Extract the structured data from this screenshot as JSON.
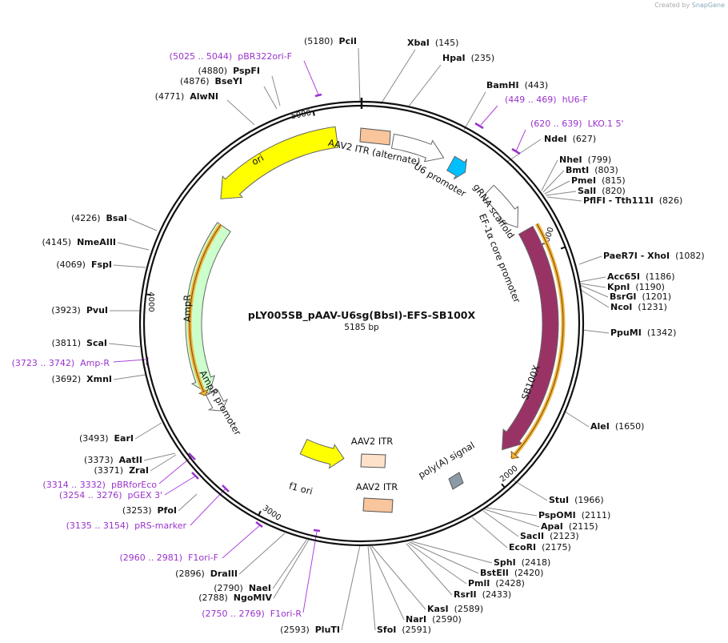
{
  "credit": {
    "prefix": "Created by",
    "brand": "SnapGene"
  },
  "plasmid": {
    "name": "pLY005SB_pAAV-U6sg(BbsI)-EFS-SB100X",
    "length_label": "5185 bp",
    "total_bp": 5185
  },
  "ticks": [
    1000,
    2000,
    3000,
    4000,
    5000
  ],
  "colors": {
    "ori": "#ffff00",
    "itr": "#f9c59c",
    "ampr": "#ccffcc",
    "sb100x": "#993366",
    "gRNA": "#00bfff",
    "polyA": "#8c9aa6",
    "f1ori": "#ffff00",
    "primer": "#9933cc",
    "orf": "#f4b43c"
  },
  "features": [
    {
      "name": "ori",
      "start": 4486,
      "end": 5075,
      "dir": -1,
      "color": "#ffff00",
      "kind": "arrow"
    },
    {
      "name": "AAV2 ITR (alternate)",
      "start": 1,
      "end": 130,
      "dir": 0,
      "color": "#f9c59c",
      "kind": "box"
    },
    {
      "name": "U6 promoter",
      "start": 140,
      "end": 380,
      "dir": 1,
      "color": "#ffffff",
      "kind": "arrow"
    },
    {
      "name": "gRNA scaffold",
      "start": 420,
      "end": 496,
      "dir": 1,
      "color": "#00bfff",
      "kind": "arrow"
    },
    {
      "name": "EF-1α core promoter",
      "start": 630,
      "end": 841,
      "dir": 1,
      "color": "#ffffff",
      "kind": "arrow"
    },
    {
      "name": "SB100X",
      "start": 870,
      "end": 1900,
      "dir": 1,
      "color": "#993366",
      "kind": "arrow"
    },
    {
      "name": "poly(A) signal",
      "start": 1950,
      "end": 2000,
      "dir": 0,
      "color": "#8c9aa6",
      "kind": "box"
    },
    {
      "name": "AAV2 ITR",
      "start": 2300,
      "end": 2441,
      "dir": 0,
      "color": "#f9c59c",
      "kind": "box"
    },
    {
      "name": "AAV2 ITR",
      "start": 2300,
      "end": 2441,
      "dir": 0,
      "color": "#fde2c9",
      "kind": "box"
    },
    {
      "name": "f1 ori",
      "start": 2700,
      "end": 2956,
      "dir": -1,
      "color": "#ffff00",
      "kind": "arrow"
    },
    {
      "name": "AmpR promoter",
      "start": 3428,
      "end": 3532,
      "dir": -1,
      "color": "#ffffff",
      "kind": "arrow"
    },
    {
      "name": "AmpR",
      "start": 3533,
      "end": 4393,
      "dir": -1,
      "color": "#ccffcc",
      "kind": "arrow"
    }
  ],
  "orf_bars": [
    {
      "start": 870,
      "end": 1900,
      "dir": 1
    },
    {
      "start": 3533,
      "end": 4393,
      "dir": -1
    }
  ],
  "sites": [
    {
      "name": "PciI",
      "pos": "(5180)"
    },
    {
      "name": "XbaI",
      "pos": "(145)"
    },
    {
      "name": "HpaI",
      "pos": "(235)"
    },
    {
      "name": "BamHI",
      "pos": "(443)"
    },
    {
      "name": "NdeI",
      "pos": "(627)"
    },
    {
      "name": "NheI",
      "pos": "(799)"
    },
    {
      "name": "BmtI",
      "pos": "(803)"
    },
    {
      "name": "PmeI",
      "pos": "(815)"
    },
    {
      "name": "SalI",
      "pos": "(820)"
    },
    {
      "name": "PflFI - Tth111I",
      "pos": "(826)"
    },
    {
      "name": "PaeR7I - XhoI",
      "pos": "(1082)"
    },
    {
      "name": "Acc65I",
      "pos": "(1186)"
    },
    {
      "name": "KpnI",
      "pos": "(1190)"
    },
    {
      "name": "BsrGI",
      "pos": "(1201)"
    },
    {
      "name": "NcoI",
      "pos": "(1231)"
    },
    {
      "name": "PpuMI",
      "pos": "(1342)"
    },
    {
      "name": "AleI",
      "pos": "(1650)"
    },
    {
      "name": "StuI",
      "pos": "(1966)"
    },
    {
      "name": "PspOMI",
      "pos": "(2111)"
    },
    {
      "name": "ApaI",
      "pos": "(2115)"
    },
    {
      "name": "SacII",
      "pos": "(2123)"
    },
    {
      "name": "EcoRI",
      "pos": "(2175)"
    },
    {
      "name": "SphI",
      "pos": "(2418)"
    },
    {
      "name": "BstEII",
      "pos": "(2420)"
    },
    {
      "name": "PmlI",
      "pos": "(2428)"
    },
    {
      "name": "RsrII",
      "pos": "(2433)"
    },
    {
      "name": "KasI",
      "pos": "(2589)"
    },
    {
      "name": "NarI",
      "pos": "(2590)"
    },
    {
      "name": "SfoI",
      "pos": "(2591)"
    },
    {
      "name": "PluTI",
      "pos": "(2593)"
    },
    {
      "name": "NgoMIV",
      "pos": "(2788)"
    },
    {
      "name": "NaeI",
      "pos": "(2790)"
    },
    {
      "name": "DraIII",
      "pos": "(2896)"
    },
    {
      "name": "PfoI",
      "pos": "(3253)"
    },
    {
      "name": "ZraI",
      "pos": "(3371)"
    },
    {
      "name": "AatII",
      "pos": "(3373)"
    },
    {
      "name": "EarI",
      "pos": "(3493)"
    },
    {
      "name": "XmnI",
      "pos": "(3692)"
    },
    {
      "name": "ScaI",
      "pos": "(3811)"
    },
    {
      "name": "PvuI",
      "pos": "(3923)"
    },
    {
      "name": "FspI",
      "pos": "(4069)"
    },
    {
      "name": "NmeAIII",
      "pos": "(4145)"
    },
    {
      "name": "BsaI",
      "pos": "(4226)"
    },
    {
      "name": "AlwNI",
      "pos": "(4771)"
    },
    {
      "name": "BseYI",
      "pos": "(4876)"
    },
    {
      "name": "PspFI",
      "pos": "(4880)"
    }
  ],
  "primers": [
    {
      "range": "(5025 .. 5044)",
      "name": "pBR322ori-F"
    },
    {
      "range": "(449 .. 469)",
      "name": "hU6-F"
    },
    {
      "range": "(620 .. 639)",
      "name": "LKO.1 5'"
    },
    {
      "range": "(3723 .. 3742)",
      "name": "Amp-R"
    },
    {
      "range": "(3314 .. 3332)",
      "name": "pBRforEco"
    },
    {
      "range": "(3254 .. 3276)",
      "name": "pGEX 3'"
    },
    {
      "range": "(3135 .. 3154)",
      "name": "pRS-marker"
    },
    {
      "range": "(2960 .. 2981)",
      "name": "F1ori-F"
    },
    {
      "range": "(2750 .. 2769)",
      "name": "F1ori-R"
    }
  ]
}
